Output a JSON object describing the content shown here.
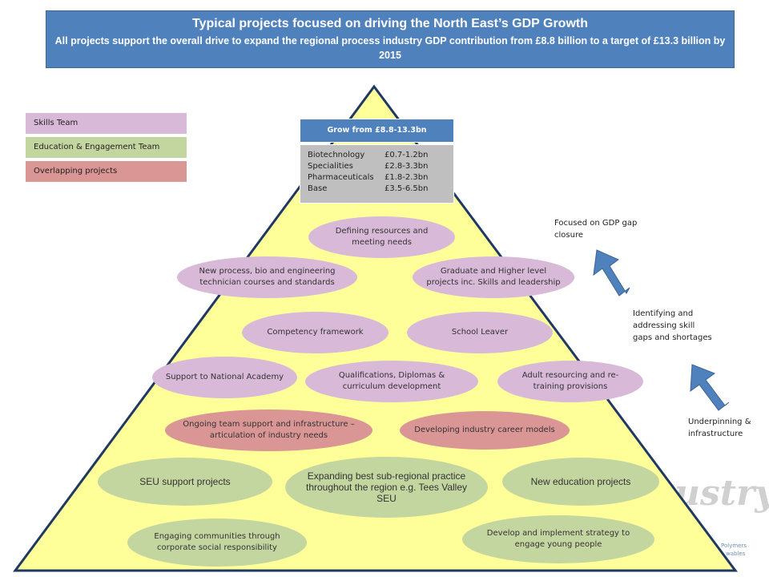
{
  "banner": {
    "title": "Typical projects focused on driving the North East’s GDP Growth",
    "subtitle": "All projects support the overall drive to expand the regional process industry GDP contribution from £8.8 billion to a target of £13.3 billion by 2015"
  },
  "legend": [
    {
      "label": "Skills Team",
      "color": "#d8b9d8"
    },
    {
      "label": "Education & Engagement  Team",
      "color": "#c4d6a0"
    },
    {
      "label": "Overlapping projects",
      "color": "#d99694"
    }
  ],
  "gdp": {
    "header": "Grow from £8.8-13.3bn",
    "rows": [
      {
        "name": "Biotechnology",
        "value": "£0.7-1.2bn"
      },
      {
        "name": "Specialities",
        "value": "£2.8-3.3bn"
      },
      {
        "name": "Pharmaceuticals",
        "value": "£1.8-2.3bn"
      },
      {
        "name": "Base",
        "value": "£3.5-6.5bn"
      }
    ]
  },
  "projects": {
    "defining_resources": "Defining resources and meeting needs",
    "new_process": "New process, bio and engineering technician courses and standards",
    "graduate": "Graduate and Higher level projects inc. Skills and leadership",
    "competency": "Competency framework",
    "school_leaver": "School Leaver",
    "national_academy": "Support to National Academy",
    "qualifications": "Qualifications, Diplomas & curriculum development",
    "adult_resourcing": "Adult resourcing and re-training provisions",
    "ongoing_support": "Ongoing team support and infrastructure –articulation of industry needs",
    "career_models": "Developing industry career models",
    "seu_support": "SEU support projects",
    "expanding": "Expanding best sub-regional practice throughout the region e.g. Tees Valley SEU",
    "new_education": "New education projects",
    "engaging": "Engaging communities through corporate social responsibility",
    "develop_strategy": "Develop and implement strategy to engage young people"
  },
  "notes": {
    "focused": "Focused on GDP gap closure",
    "identifying": "Identifying and addressing skill gaps and shortages",
    "underpinning": "Underpinning & infrastructure"
  },
  "watermark": {
    "word": "ustry",
    "line1": "Polymers",
    "line2": "wables"
  },
  "colors": {
    "pyramid_fill": "#ffff99",
    "pyramid_stroke": "#1f3864",
    "arrow": "#4f81bd",
    "banner": "#4f81bd"
  }
}
